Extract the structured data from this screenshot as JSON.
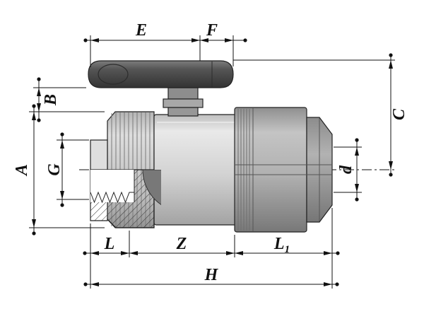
{
  "figure": {
    "labels": {
      "E": "E",
      "F": "F",
      "C": "C",
      "B": "B",
      "A": "A",
      "G": "G",
      "d": "d",
      "L": "L",
      "Z": "Z",
      "L1_main": "L",
      "L1_sub": "1",
      "H": "H"
    },
    "colors": {
      "line": "#111111",
      "background": "#ffffff",
      "handle": "#4d4d4d",
      "body": "#d6d6d6",
      "union_nut": "#c8c8c8",
      "fitting": "#a9a9a9",
      "nose": "#9e9e9e",
      "ball": "#787878"
    }
  }
}
